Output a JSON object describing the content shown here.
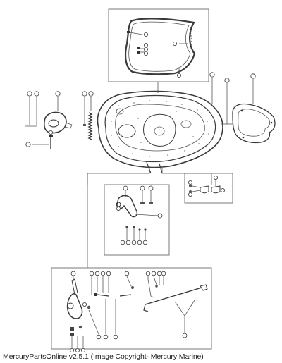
{
  "footer": {
    "caption": "MercuryPartsOnline v2.5.1 (Image Copyright- Mercury Marine)"
  },
  "diagram": {
    "subject": "exploded parts diagram",
    "callouts": [
      {
        "id": "cowl-seal",
        "label": "",
        "group": "top-box"
      },
      {
        "id": "cowl-frame",
        "label": "",
        "group": "top-box"
      },
      {
        "id": "cowl-clip-a",
        "label": "",
        "group": "top-box"
      },
      {
        "id": "cowl-clip-b",
        "label": "",
        "group": "top-box"
      },
      {
        "id": "cowl-clip-c",
        "label": "",
        "group": "top-box"
      },
      {
        "id": "cowl-bottom-clip",
        "label": "",
        "group": "top-box"
      },
      {
        "id": "screw-1",
        "label": "",
        "group": "left"
      },
      {
        "id": "screw-2",
        "label": "",
        "group": "left"
      },
      {
        "id": "latch",
        "label": "",
        "group": "left"
      },
      {
        "id": "washer",
        "label": "",
        "group": "left"
      },
      {
        "id": "bolt",
        "label": "",
        "group": "left"
      },
      {
        "id": "spring-a",
        "label": "",
        "group": "left"
      },
      {
        "id": "spring-b",
        "label": "",
        "group": "left"
      },
      {
        "id": "tray",
        "label": "",
        "group": "center"
      },
      {
        "id": "tray-bolt",
        "label": "",
        "group": "center"
      },
      {
        "id": "gasket",
        "label": "",
        "group": "right"
      },
      {
        "id": "bracket-a",
        "label": "",
        "group": "right-box"
      },
      {
        "id": "bracket-b",
        "label": "",
        "group": "right-box"
      },
      {
        "id": "bracket-c",
        "label": "",
        "group": "right-box"
      },
      {
        "id": "bracket-d",
        "label": "",
        "group": "right-box"
      },
      {
        "id": "mid-arm",
        "label": "",
        "group": "middle-box"
      },
      {
        "id": "mid-nut-a",
        "label": "",
        "group": "middle-box"
      },
      {
        "id": "mid-nut-b",
        "label": "",
        "group": "middle-box"
      },
      {
        "id": "mid-nut-c",
        "label": "",
        "group": "middle-box"
      },
      {
        "id": "mid-link",
        "label": "",
        "group": "middle-box"
      },
      {
        "id": "mid-w1",
        "label": "",
        "group": "middle-box"
      },
      {
        "id": "mid-w2",
        "label": "",
        "group": "middle-box"
      },
      {
        "id": "mid-w3",
        "label": "",
        "group": "middle-box"
      },
      {
        "id": "mid-w4",
        "label": "",
        "group": "middle-box"
      },
      {
        "id": "mid-w5",
        "label": "",
        "group": "middle-box"
      },
      {
        "id": "low-arm",
        "label": "",
        "group": "bottom-box"
      },
      {
        "id": "low-a",
        "label": "",
        "group": "bottom-box"
      },
      {
        "id": "low-b",
        "label": "",
        "group": "bottom-box"
      },
      {
        "id": "low-c",
        "label": "",
        "group": "bottom-box"
      },
      {
        "id": "low-d",
        "label": "",
        "group": "bottom-box"
      },
      {
        "id": "low-e",
        "label": "",
        "group": "bottom-box"
      },
      {
        "id": "low-f",
        "label": "",
        "group": "bottom-box"
      },
      {
        "id": "low-g",
        "label": "",
        "group": "bottom-box"
      },
      {
        "id": "low-h",
        "label": "",
        "group": "bottom-box"
      },
      {
        "id": "low-i",
        "label": "",
        "group": "bottom-box"
      },
      {
        "id": "low-j",
        "label": "",
        "group": "bottom-box"
      },
      {
        "id": "low-k",
        "label": "",
        "group": "bottom-box"
      },
      {
        "id": "low-l",
        "label": "",
        "group": "bottom-box"
      },
      {
        "id": "low-m",
        "label": "",
        "group": "bottom-box"
      },
      {
        "id": "low-rod",
        "label": "",
        "group": "bottom-box"
      },
      {
        "id": "low-bottom-a",
        "label": "",
        "group": "bottom-box"
      },
      {
        "id": "low-bottom-b",
        "label": "",
        "group": "bottom-box"
      },
      {
        "id": "low-bottom-c",
        "label": "",
        "group": "bottom-box"
      }
    ]
  }
}
